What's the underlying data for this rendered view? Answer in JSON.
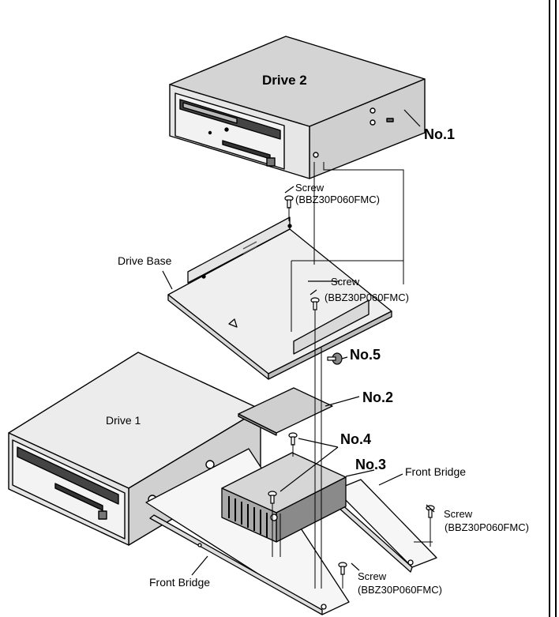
{
  "drive2": {
    "label": "Drive 2"
  },
  "drive1": {
    "label": "Drive 1"
  },
  "drive_base": {
    "label": "Drive Base"
  },
  "front_bridge": {
    "label": "Front Bridge"
  },
  "screw": {
    "label": "Screw",
    "part": "(BBZ30P060FMC)"
  },
  "callouts": {
    "no1": "No.1",
    "no2": "No.2",
    "no3": "No.3",
    "no4": "No.4",
    "no5": "No.5"
  }
}
